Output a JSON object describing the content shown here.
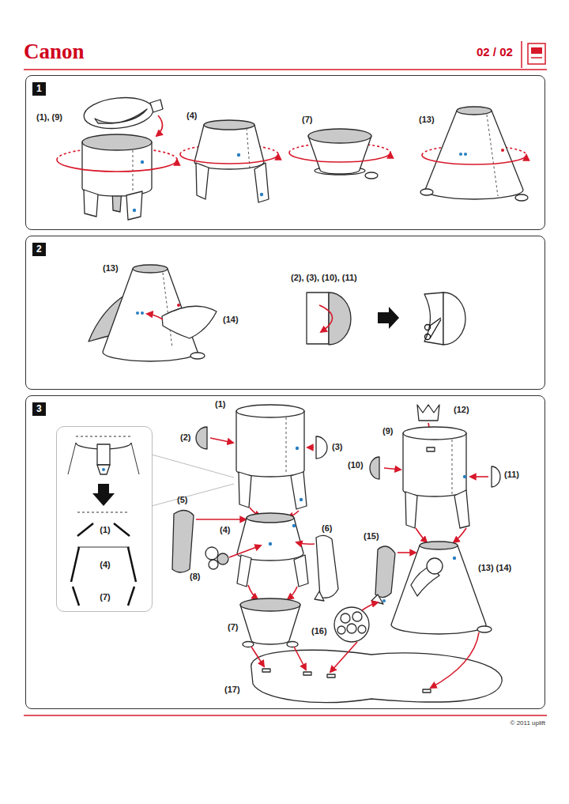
{
  "diagram": {
    "title": "Canon",
    "nodes": [
      {
        "text": [
          "1"
        ]
      },
      {
        "text": [
          "2"
        ]
      },
      {
        "text": [
          "3"
        ]
      },
      {
        "text": [
          "(1)",
          "(4)",
          "(7)"
        ],
        "in": 2
      }
    ],
    "labels": [
      "02 / 02",
      "(1), (9)",
      "(4)",
      "(7)",
      "(13)",
      "(13)",
      "(2), (3), (10), (11)",
      "(14)",
      "(1)",
      "(12)",
      "(2)",
      "(9)",
      "(3)",
      "(10)",
      "(11)",
      "(5)",
      "(6)",
      "(4)",
      "(15)",
      "(13) (14)",
      "(8)",
      "(7)",
      "(16)",
      "(17)",
      "© 2011 uplift"
    ]
  }
}
